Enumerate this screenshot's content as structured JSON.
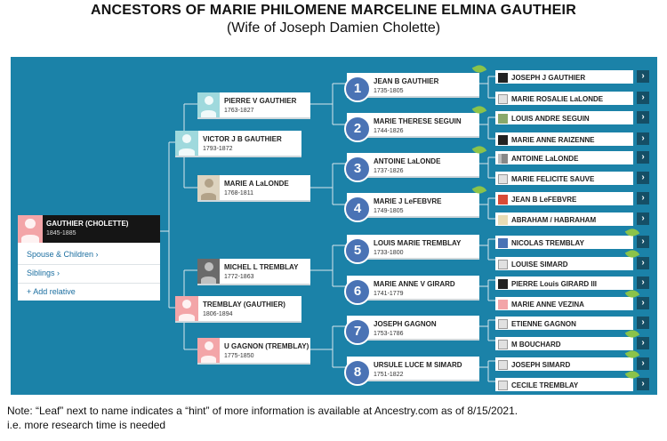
{
  "title": "ANCESTORS OF MARIE PHILOMENE MARCELINE ELMINA GAUTHEIR",
  "subtitle": "(Wife of Joseph Damien Cholette)",
  "home_person": {
    "name": "GAUTHIER (CHOLETTE)",
    "dates": "1845-1885",
    "spouse_link": "Spouse & Children ›",
    "siblings_link": "Siblings ›",
    "add_relative": "+ Add relative"
  },
  "parents": [
    {
      "name": "VICTOR J B GAUTHIER",
      "dates": "1793-1872"
    },
    {
      "name": "TREMBLAY (GAUTHIER)",
      "dates": "1806-1894"
    }
  ],
  "grandparents": [
    {
      "name": "PIERRE V GAUTHIER",
      "dates": "1763-1827"
    },
    {
      "name": "MARIE A LaLONDE",
      "dates": "1768-1811"
    },
    {
      "name": "MICHEL L TREMBLAY",
      "dates": "1772-1863"
    },
    {
      "name": "U GAGNON (TREMBLAY)",
      "dates": "1775-1850"
    }
  ],
  "great_grandparents": [
    {
      "num": "1",
      "name": "JEAN B GAUTHIER",
      "dates": "1735-1805"
    },
    {
      "num": "2",
      "name": "MARIE THERESE SEGUIN",
      "dates": "1744-1826"
    },
    {
      "num": "3",
      "name": "ANTOINE LaLONDE",
      "dates": "1737-1826"
    },
    {
      "num": "4",
      "name": "MARIE J LeFEBVRE",
      "dates": "1749-1805"
    },
    {
      "num": "5",
      "name": "LOUIS MARIE TREMBLAY",
      "dates": "1733-1800"
    },
    {
      "num": "6",
      "name": "MARIE ANNE V GIRARD",
      "dates": "1741-1779"
    },
    {
      "num": "7",
      "name": "JOSEPH GAGNON",
      "dates": "1753-1786"
    },
    {
      "num": "8",
      "name": "URSULE LUCE M SIMARD",
      "dates": "1751-1822"
    }
  ],
  "gg_grandparents": [
    {
      "name": "JOSEPH J GAUTHIER"
    },
    {
      "name": "MARIE ROSALIE LaLONDE"
    },
    {
      "name": "LOUIS ANDRE SEGUIN"
    },
    {
      "name": "MARIE ANNE RAIZENNE"
    },
    {
      "name": "ANTOINE LaLONDE"
    },
    {
      "name": "MARIE FELICITE SAUVE"
    },
    {
      "name": "JEAN B LeFEBVRE"
    },
    {
      "name": "ABRAHAM / HABRAHAM"
    },
    {
      "name": "NICOLAS TREMBLAY"
    },
    {
      "name": "LOUISE SIMARD"
    },
    {
      "name": "PIERRE Louis GIRARD III"
    },
    {
      "name": "MARIE ANNE VEZINA"
    },
    {
      "name": "ETIENNE GAGNON"
    },
    {
      "name": "M BOUCHARD"
    },
    {
      "name": "JOSEPH SIMARD"
    },
    {
      "name": "CECILE TREMBLAY"
    }
  ],
  "arrow_glyph": "›",
  "note_line1": "Note: “Leaf” next to name indicates a “hint” of more information is available at Ancestry.com as of 8/15/2021.",
  "note_line2": "i.e. more research time is needed"
}
